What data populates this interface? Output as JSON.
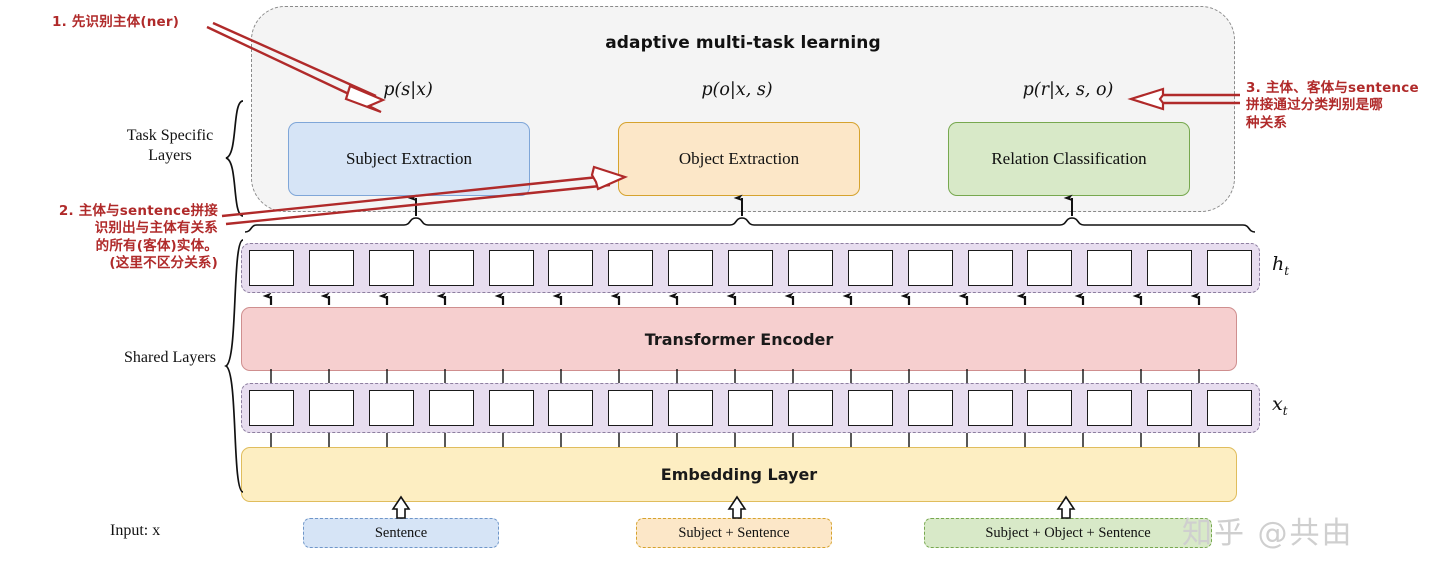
{
  "diagram": {
    "container_title": "adaptive multi-task learning",
    "probabilities": {
      "subject": "p(s|x)",
      "object": "p(o|x, s)",
      "relation": "p(r|x, s, o)"
    },
    "task_boxes": [
      {
        "label": "Subject Extraction",
        "fill": "#d6e4f6",
        "stroke": "#7fa6d8"
      },
      {
        "label": "Object Extraction",
        "fill": "#fce7c8",
        "stroke": "#d6a32e"
      },
      {
        "label": "Relation Classification",
        "fill": "#d8e9c8",
        "stroke": "#77a84f"
      }
    ],
    "side_labels": {
      "task_specific": "Task Specific\nLayers",
      "shared": "Shared\nLayers",
      "input": "Input: x"
    },
    "row_tags": {
      "hidden": "h",
      "hidden_sub": "t",
      "embedding": "x",
      "embedding_sub": "t"
    },
    "encoder_label": "Transformer Encoder",
    "embedding_label": "Embedding Layer",
    "cells": {
      "hidden_count": 17,
      "embedding_count": 17
    },
    "inputs": [
      {
        "label": "Sentence",
        "fill": "#d6e4f6",
        "stroke": "#6f96c9"
      },
      {
        "label": "Subject + Sentence",
        "fill": "#fce7c8",
        "stroke": "#d6a32e"
      },
      {
        "label": "Subject + Object + Sentence",
        "fill": "#d8e9c8",
        "stroke": "#77a84f"
      }
    ]
  },
  "annotations": {
    "color": "#b02a2a",
    "note1": "1. 先识别主体(ner)",
    "note2": "2. 主体与sentence拼接\n识别出与主体有关系\n的所有(客体)实体。\n(这里不区分关系)",
    "note3": "3. 主体、客体与sentence\n拼接通过分类判别是哪\n种关系"
  },
  "watermark": {
    "text": "知乎 @共由"
  }
}
